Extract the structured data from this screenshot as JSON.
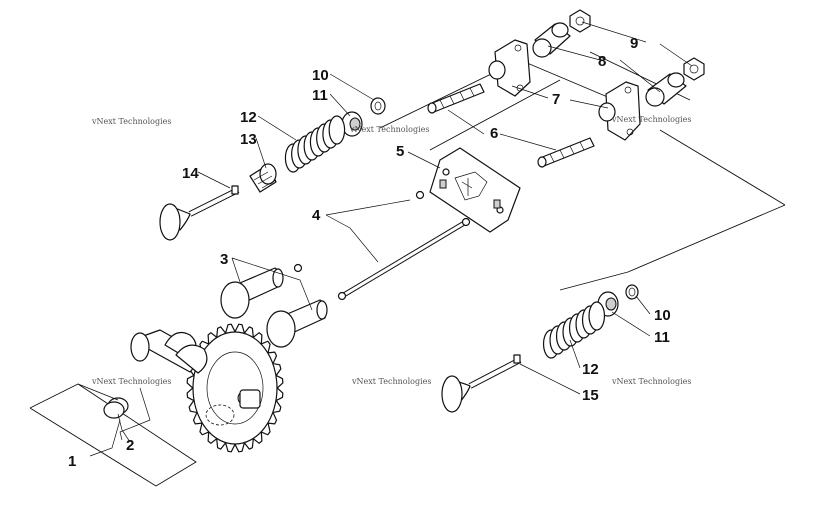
{
  "callouts": {
    "c1": "1",
    "c2": "2",
    "c3": "3",
    "c4": "4",
    "c5": "5",
    "c6": "6",
    "c7": "7",
    "c8": "8",
    "c9": "9",
    "c10a": "10",
    "c11a": "11",
    "c12a": "12",
    "c13": "13",
    "c14": "14",
    "c10b": "10",
    "c11b": "11",
    "c12b": "12",
    "c15": "15"
  },
  "watermark": {
    "text": "vNext Technologies"
  },
  "colors": {
    "ink": "#111111",
    "paper": "#ffffff",
    "watermark": "#555555"
  }
}
